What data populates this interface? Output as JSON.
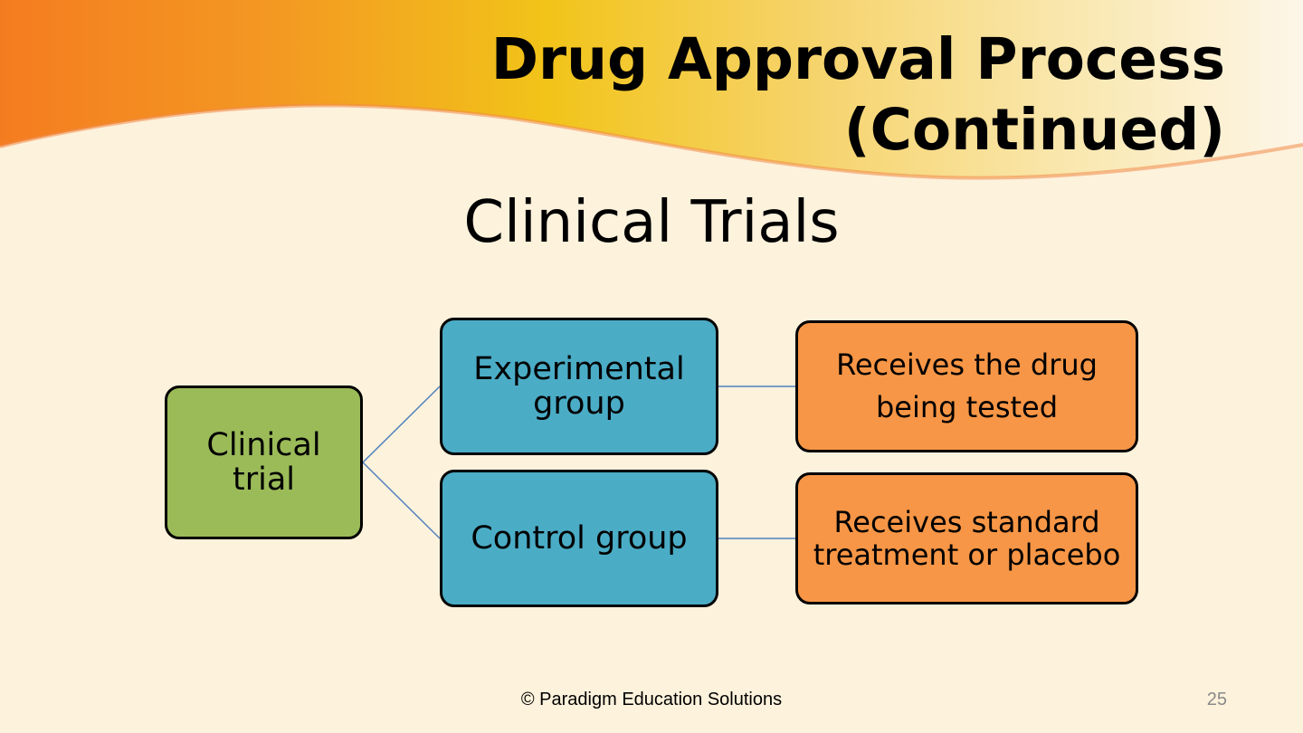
{
  "slide": {
    "title_line_1": "Drug Approval Process",
    "title_line_2": "(Continued)",
    "subtitle": "Clinical Trials",
    "footer": "© Paradigm Education Solutions",
    "page_number": "25"
  },
  "diagram": {
    "root": "Clinical\ntrial",
    "groups": [
      {
        "label": "Experimental\ngroup",
        "outcome": "Receives the drug\nbeing tested"
      },
      {
        "label": "Control group",
        "outcome": "Receives standard\ntreatment or placebo"
      }
    ]
  },
  "colors": {
    "background": "#fdf2dc",
    "banner_orange": "#f47c20",
    "banner_yellow": "#f2c419",
    "root_node": "#9bbb59",
    "group_node": "#4bacc6",
    "outcome_node": "#f79646",
    "connector": "#4f81bd"
  }
}
